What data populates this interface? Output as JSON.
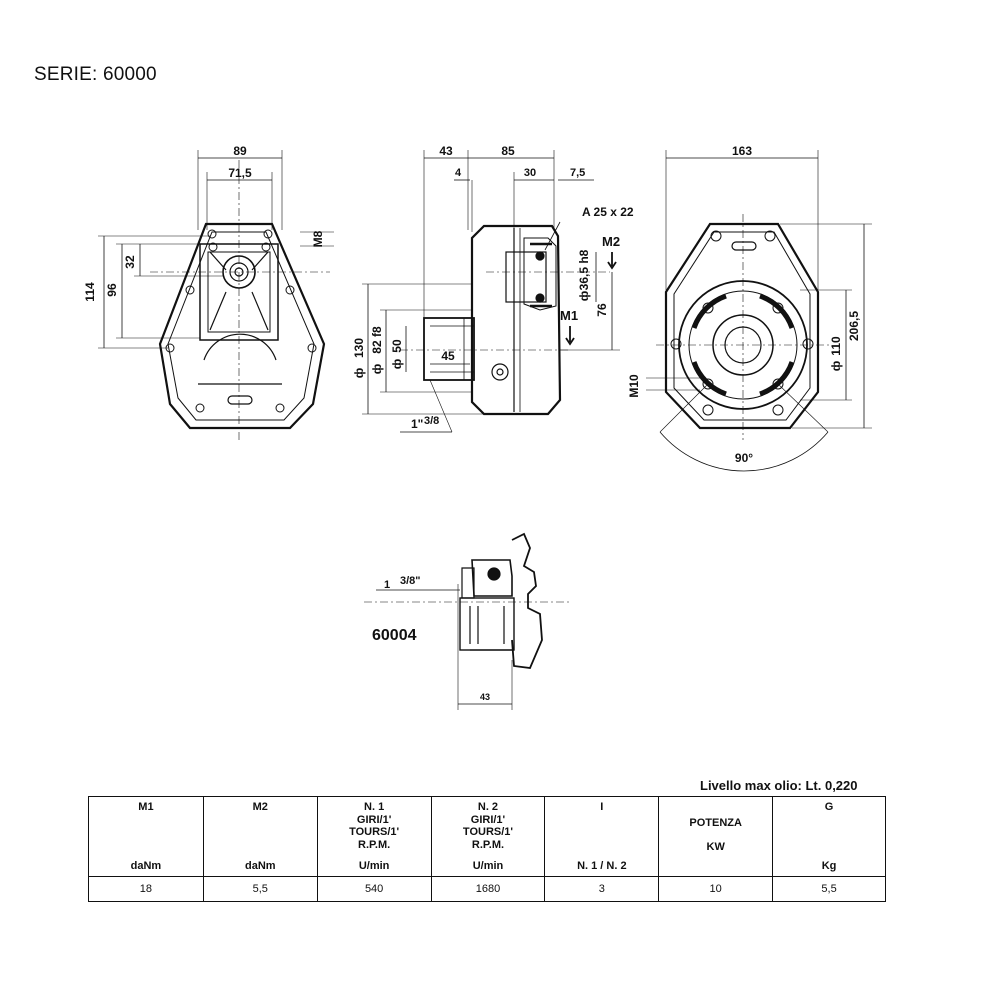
{
  "title": "SERIE: 60000",
  "oil_level": "Livello max olio:  Lt. 0,220",
  "drawing": {
    "front_view": {
      "dim_width": "89",
      "dim_bolt": "71,5",
      "dim_thread": "M8",
      "dim_height": "114",
      "dim_bolt_v": "96",
      "dim_offset": "32"
    },
    "side_view": {
      "dim_43": "43",
      "dim_85": "85",
      "dim_4": "4",
      "dim_30": "30",
      "dim_7_5": "7,5",
      "key": "A 25 x 22",
      "dim_shaft": "36,5 h8",
      "dim_76": "76",
      "dim_130": "130",
      "dim_82": "82 f8",
      "dim_50": "50",
      "dim_45": "45",
      "thread_in": "1\"",
      "thread_frac": "3/8",
      "label_m1": "M1",
      "label_m2": "M2"
    },
    "rear_view": {
      "dim_163": "163",
      "dim_206_5": "206,5",
      "dim_110": "110",
      "thread": "M10",
      "angle": "90°"
    },
    "detail_view": {
      "thread_num": "1",
      "thread_frac": "3/8\"",
      "code": "60004",
      "dim_43": "43"
    }
  },
  "specs_table": {
    "headers": [
      {
        "top": "M1",
        "mid": "",
        "bottom": "daNm"
      },
      {
        "top": "M2",
        "mid": "",
        "bottom": "daNm"
      },
      {
        "top": "N. 1\nGIRI/1'\nTOURS/1'\nR.P.M.",
        "mid": "",
        "bottom": "U/min"
      },
      {
        "top": "N. 2\nGIRI/1'\nTOURS/1'\nR.P.M.",
        "mid": "",
        "bottom": "U/min"
      },
      {
        "top": "I",
        "mid": "",
        "bottom": "N. 1 / N. 2"
      },
      {
        "top": "",
        "mid": "POTENZA\n\nKW",
        "bottom": ""
      },
      {
        "top": "G",
        "mid": "",
        "bottom": "Kg"
      }
    ],
    "values": [
      "18",
      "5,5",
      "540",
      "1680",
      "3",
      "10",
      "5,5"
    ]
  }
}
